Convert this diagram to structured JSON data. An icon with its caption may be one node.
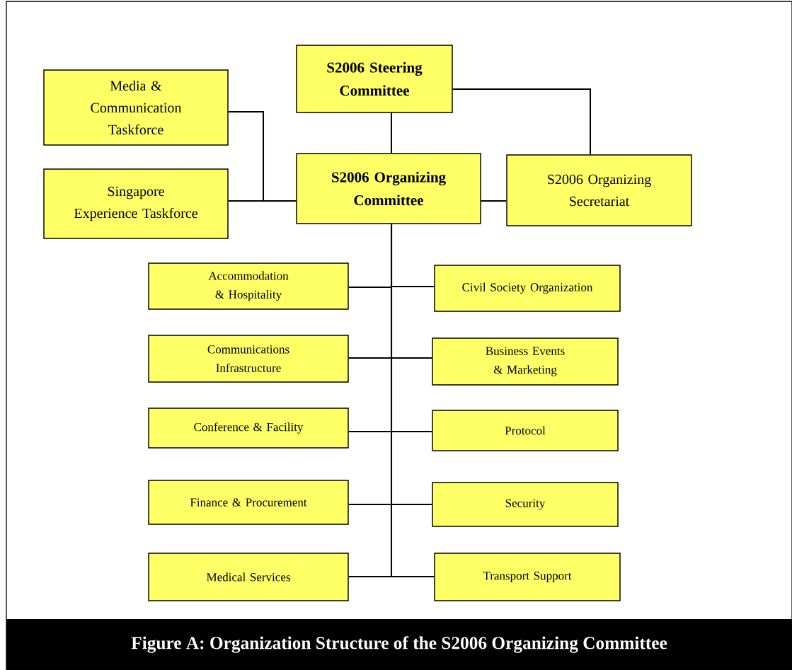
{
  "diagram": {
    "caption": "Figure A: Organization Structure of the S2006 Organizing Committee",
    "nodes": [
      {
        "text": [
          "S2006 Steering Committee"
        ]
      },
      {
        "text": [
          "Media & Communication Taskforce"
        ]
      },
      {
        "text": [
          "Singapore Experience Taskforce"
        ]
      },
      {
        "text": [
          "S2006 Organizing Committee"
        ]
      },
      {
        "text": [
          "S2006 Organizing Secretariat"
        ]
      },
      {
        "text": [
          "Accommodation & Hospitality"
        ]
      },
      {
        "text": [
          "Civil Society Organization"
        ]
      },
      {
        "text": [
          "Communications Infrastructure"
        ]
      },
      {
        "text": [
          "Business Events & Marketing"
        ]
      },
      {
        "text": [
          "Conference & Facility"
        ]
      },
      {
        "text": [
          "Protocol"
        ]
      },
      {
        "text": [
          "Finance & Procurement"
        ]
      },
      {
        "text": [
          "Security"
        ]
      },
      {
        "text": [
          "Medical Services"
        ]
      },
      {
        "text": [
          "Transport Support"
        ]
      }
    ],
    "edges": [
      {
        "from": 0,
        "to": 3,
        "arrow": "none"
      },
      {
        "from": 0,
        "to": 4,
        "arrow": "none"
      },
      {
        "from": 1,
        "to": 3,
        "arrow": "none"
      },
      {
        "from": 2,
        "to": 3,
        "arrow": "none"
      },
      {
        "from": 3,
        "to": 4,
        "arrow": "none"
      },
      {
        "from": 3,
        "to": 5,
        "arrow": "none"
      },
      {
        "from": 3,
        "to": 6,
        "arrow": "none"
      },
      {
        "from": 3,
        "to": 7,
        "arrow": "none"
      },
      {
        "from": 3,
        "to": 8,
        "arrow": "none"
      },
      {
        "from": 3,
        "to": 9,
        "arrow": "none"
      },
      {
        "from": 3,
        "to": 10,
        "arrow": "none"
      },
      {
        "from": 3,
        "to": 11,
        "arrow": "none"
      },
      {
        "from": 3,
        "to": 12,
        "arrow": "none"
      },
      {
        "from": 3,
        "to": 13,
        "arrow": "none"
      },
      {
        "from": 3,
        "to": 14,
        "arrow": "none"
      }
    ]
  }
}
